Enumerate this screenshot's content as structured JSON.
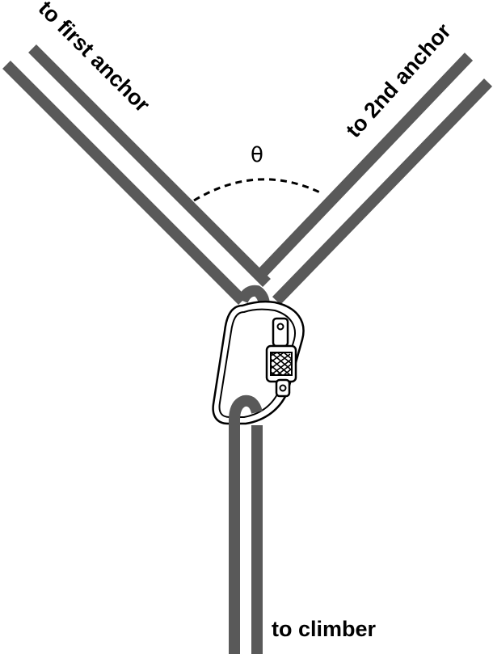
{
  "labels": {
    "first_anchor": "to first anchor",
    "second_anchor": "to 2nd anchor",
    "climber": "to climber",
    "angle": "θ"
  },
  "colors": {
    "rope": "#595959",
    "outline": "#000000",
    "background": "#ffffff"
  },
  "icons": {
    "carabiner": "locking-carabiner-icon"
  }
}
